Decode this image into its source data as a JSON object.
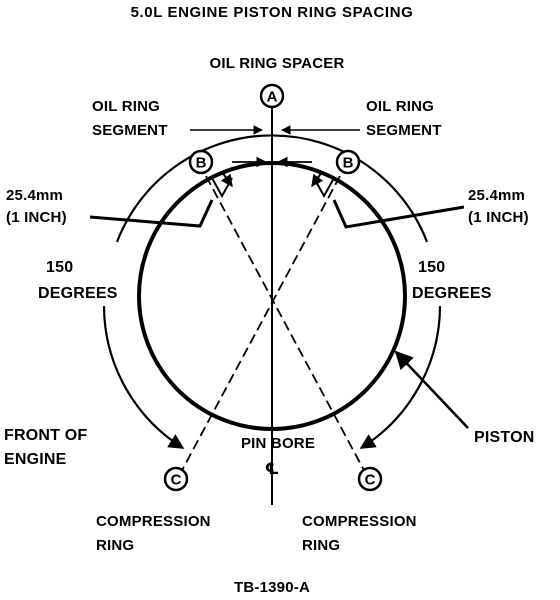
{
  "title": "5.0L ENGINE PISTON RING SPACING",
  "labels": {
    "oil_ring_spacer": "OIL RING SPACER",
    "oil_ring_segment_left": [
      "OIL RING",
      "SEGMENT"
    ],
    "oil_ring_segment_right": [
      "OIL RING",
      "SEGMENT"
    ],
    "gap_left": [
      "25.4mm",
      "(1 INCH)"
    ],
    "gap_right": [
      "25.4mm",
      "(1 INCH)"
    ],
    "degrees_left": [
      "150",
      "DEGREES"
    ],
    "degrees_right": [
      "150",
      "DEGREES"
    ],
    "front_of_engine": [
      "FRONT OF",
      "ENGINE"
    ],
    "pin_bore": "PIN BORE",
    "centerline_symbol": "℄",
    "piston": "PISTON",
    "compression_ring_left": [
      "COMPRESSION",
      "RING"
    ],
    "compression_ring_right": [
      "COMPRESSION",
      "RING"
    ],
    "figure_id": "TB-1390-A"
  },
  "markers": {
    "spacer": "A",
    "segment_left": "B",
    "segment_right": "B",
    "compression_left": "C",
    "compression_right": "C"
  }
}
